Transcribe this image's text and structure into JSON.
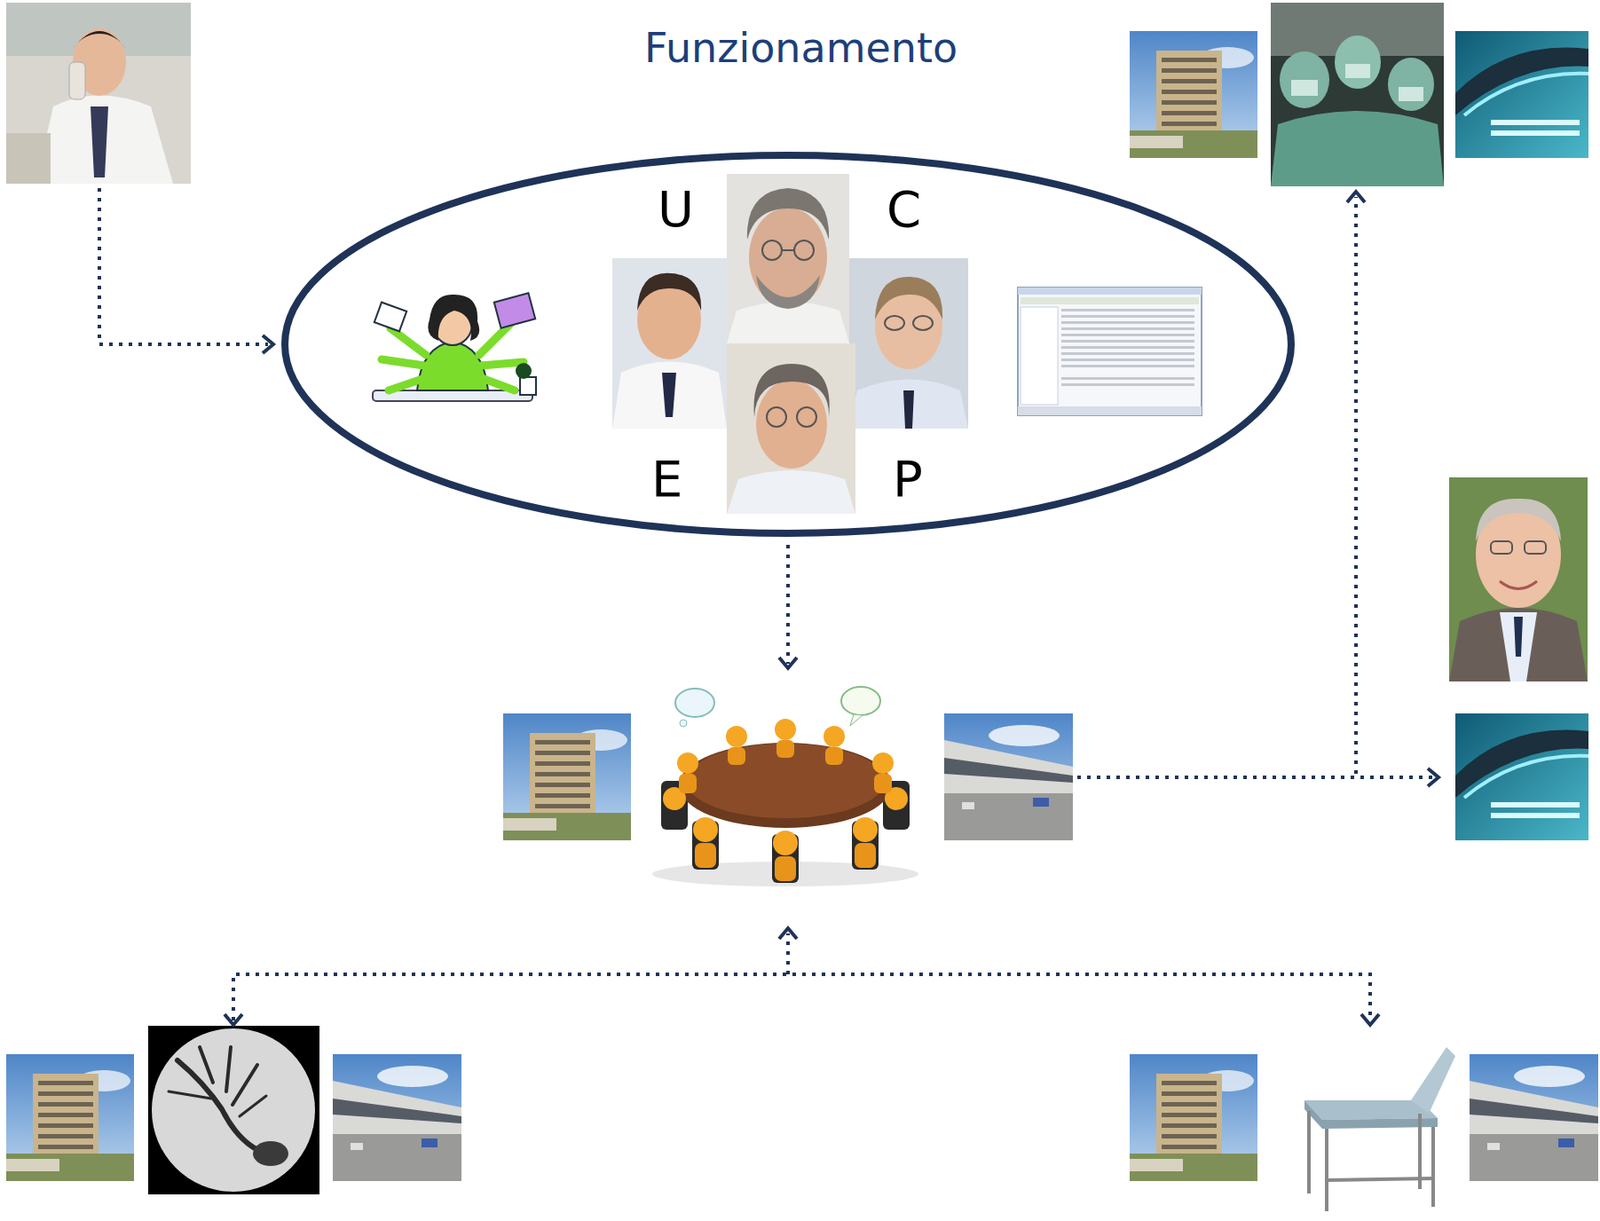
{
  "diagram": {
    "title": "Funzionamento",
    "nodes": [
      {
        "text": [
          "U",
          "C",
          "E",
          "P"
        ]
      }
    ]
  }
}
